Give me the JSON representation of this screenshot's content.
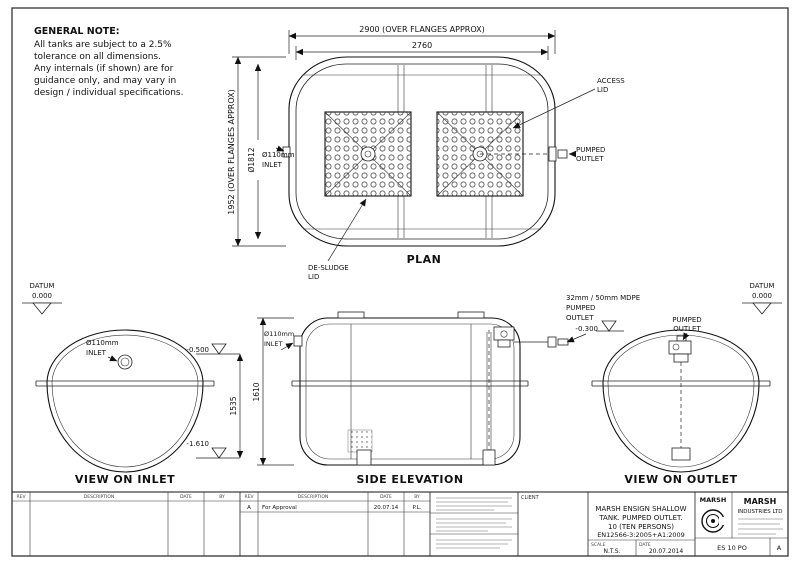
{
  "note": {
    "title": "GENERAL NOTE:",
    "line1": "All tanks are subject to a 2.5%",
    "line2": "tolerance on all dimensions.",
    "line3": "Any internals (if shown) are for",
    "line4": "guidance only, and may vary in",
    "line5": "design / individual specifications."
  },
  "plan": {
    "title": "PLAN",
    "dim_overall_width": "2900 (OVER FLANGES APPROX)",
    "dim_body_width": "2760",
    "dim_overall_depth": "1952 (OVER FLANGES APPROX)",
    "dim_diameter": "Ø1812",
    "inlet_line1": "Ø110mm",
    "inlet_line2": "INLET",
    "access_line1": "ACCESS",
    "access_line2": "LID",
    "outlet_line1": "PUMPED",
    "outlet_line2": "OUTLET",
    "desludge_line1": "DE-SLUDGE",
    "desludge_line2": "LID"
  },
  "inlet_view": {
    "title": "VIEW ON INLET",
    "datum_label": "DATUM",
    "datum_value": "0.000",
    "inlet_line1": "Ø110mm",
    "inlet_line2": "INLET",
    "level_inlet": "-0.500",
    "dim_height": "1535",
    "level_base": "-1.610"
  },
  "side_view": {
    "title": "SIDE ELEVATION",
    "inlet_line1": "Ø110mm",
    "inlet_line2": "INLET",
    "dim_height": "1610",
    "mdpe_line1": "32mm / 50mm MDPE",
    "mdpe_line2": "PUMPED",
    "mdpe_line3": "OUTLET",
    "level_outlet": "-0.300"
  },
  "outlet_view": {
    "title": "VIEW ON OUTLET",
    "datum_label": "DATUM",
    "datum_value": "0.000",
    "outlet_line1": "PUMPED",
    "outlet_line2": "OUTLET"
  },
  "title_block": {
    "col_rev": "REV",
    "col_description": "DESCRIPTION",
    "col_date": "DATE",
    "col_by": "BY",
    "entry_rev": "A",
    "entry_description": "For Approval",
    "entry_date": "20.07.14",
    "entry_by": "P.L.",
    "client_label": "CLIENT",
    "title_line1": "MARSH ENSIGN SHALLOW",
    "title_line2": "TANK. PUMPED OUTLET.",
    "title_line3": "10 (TEN PERSONS)",
    "standard": "EN12566-3:2005+A1:2009",
    "scale_label": "SCALE",
    "scale_value": "N.T.S.",
    "date_label": "DATE",
    "date_value": "20.07.2014",
    "logo_text": "MARSH",
    "company_name": "MARSH",
    "company_sub": "INDUSTRIES LTD",
    "dwg_value": "ES 10 PO",
    "rev_value": "A"
  }
}
